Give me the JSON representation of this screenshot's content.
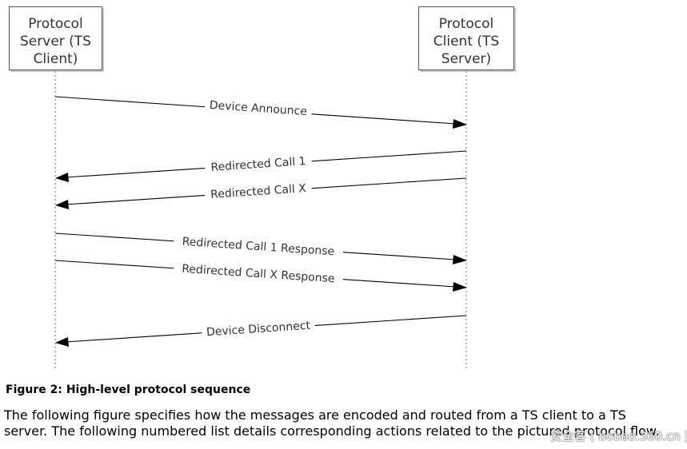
{
  "participants": {
    "server": "Protocol\nServer (TS\nClient)",
    "client": "Protocol\nClient (TS\nServer)"
  },
  "messages": [
    {
      "id": "m1",
      "label": "Device Announce",
      "from": "server",
      "to": "client"
    },
    {
      "id": "m2",
      "label": "Redirected Call 1",
      "from": "client",
      "to": "server"
    },
    {
      "id": "m3",
      "label": "Redirected Call X",
      "from": "client",
      "to": "server"
    },
    {
      "id": "m4",
      "label": "Redirected Call 1 Response",
      "from": "server",
      "to": "client"
    },
    {
      "id": "m5",
      "label": "Redirected Call X Response",
      "from": "server",
      "to": "client"
    },
    {
      "id": "m6",
      "label": "Device Disconnect",
      "from": "client",
      "to": "server"
    }
  ],
  "caption": "Figure 2: High-level protocol sequence",
  "body": {
    "line1": "The following figure specifies how the messages are encoded and routed from a TS client to a TS",
    "line2": "server. The following numbered list details corresponding actions related to the pictured protocol flow."
  },
  "watermark": "安全客 ( bobao.360.cn )"
}
